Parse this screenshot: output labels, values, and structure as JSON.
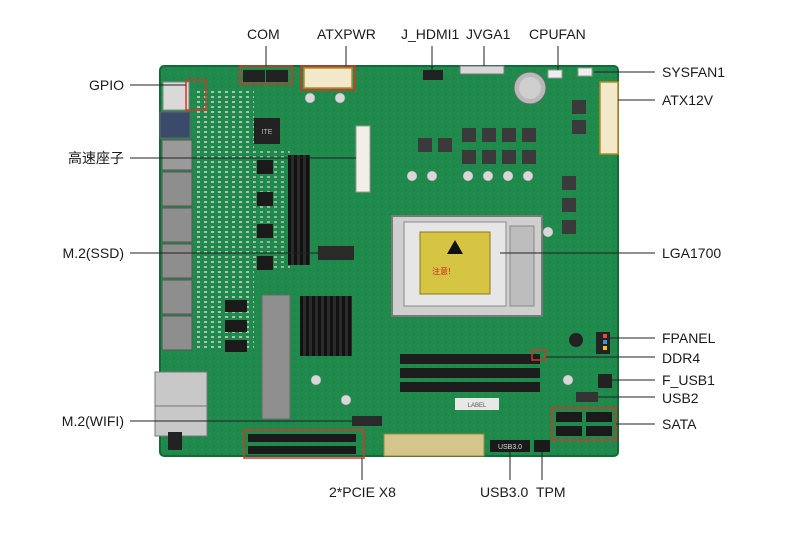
{
  "labels": {
    "com": "COM",
    "atxpwr": "ATXPWR",
    "j_hdmi1": "J_HDMI1",
    "jvga1": "JVGA1",
    "cpufan": "CPUFAN",
    "sysfan1": "SYSFAN1",
    "atx12v": "ATX12V",
    "gpio": "GPIO",
    "high_speed_socket": "高速座子",
    "m2_ssd": "M.2(SSD)",
    "lga1700": "LGA1700",
    "fpanel": "FPANEL",
    "ddr4": "DDR4",
    "f_usb1": "F_USB1",
    "usb2": "USB2",
    "sata": "SATA",
    "m2_wifi": "M.2(WIFI)",
    "pcie": "2*PCIE X8",
    "usb30": "USB3.0",
    "tpm": "TPM"
  },
  "board_print": {
    "usb30_silk": "USB3.0",
    "label_slot": "LABEL",
    "warning_text": "注意!",
    "chip_vendor": "ITE"
  },
  "colors": {
    "pcb": "#1f8a4c",
    "pcb_dark": "#16703c",
    "highlight": "#d7352b",
    "leader": "#222222"
  }
}
